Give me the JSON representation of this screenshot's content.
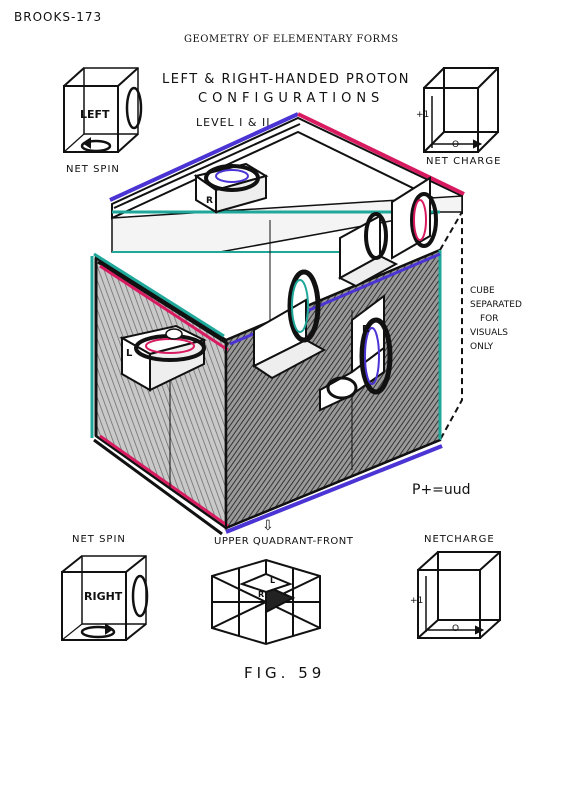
{
  "header": {
    "page_ref": "BROOKS-173",
    "book_title": "GEOMETRY OF ELEMENTARY FORMS"
  },
  "title": {
    "line1": "LEFT & RIGHT-HANDED PROTON",
    "line2": "CONFIGURATIONS",
    "line3": "LEVEL I & II"
  },
  "top_left_cube": {
    "face_label": "LEFT",
    "caption": "NET SPIN"
  },
  "top_right_cube": {
    "axis_label": "+1",
    "zero_label": "O",
    "caption": "NET CHARGE"
  },
  "main_diagram": {
    "side_note": [
      "CUBE",
      "SEPARATED",
      "FOR",
      "VISUALS",
      "ONLY"
    ],
    "formula": "P+=uud",
    "quark_labels": {
      "l": "L",
      "r": "R",
      "top_r": "R"
    }
  },
  "bottom_left_cube": {
    "face_label": "RIGHT",
    "caption": "NET SPIN"
  },
  "bottom_center": {
    "caption": "UPPER QUADRANT-FRONT",
    "arrow": "⇩",
    "marks": [
      "L",
      "R"
    ]
  },
  "bottom_right_cube": {
    "axis_label": "+1",
    "zero_label": "O",
    "caption": "NETCHARGE"
  },
  "figure_label": "FIG. 59",
  "colors": {
    "ink": "#111111",
    "magenta": "#d81b60",
    "blue": "#4a35d4",
    "teal": "#1fa89a",
    "shade": "#555555"
  }
}
